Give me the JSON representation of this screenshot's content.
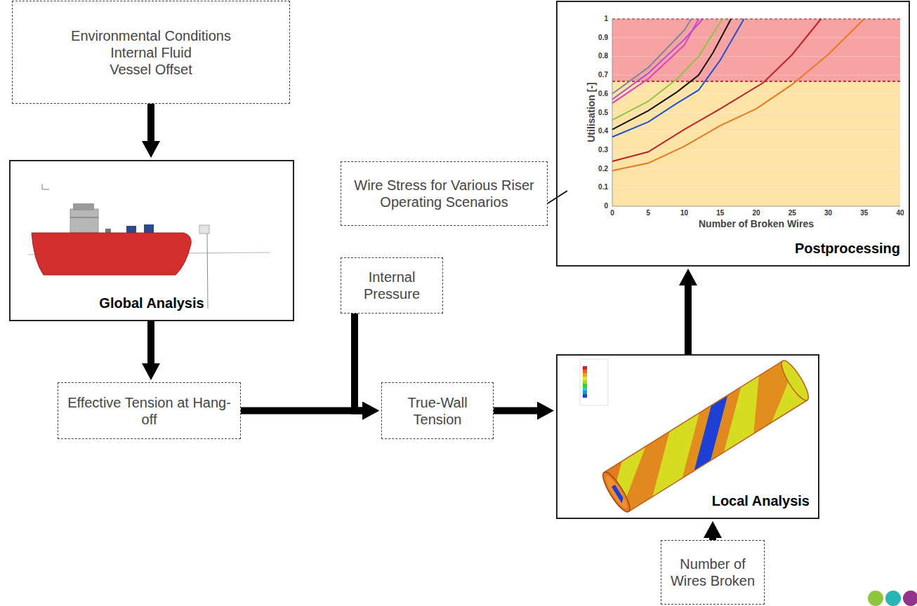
{
  "diagram": {
    "nodes": [
      {
        "text": [
          "Environmental Conditions",
          "Internal Fluid",
          "Vessel Offset"
        ]
      },
      {
        "text": [
          "Global Analysis"
        ]
      },
      {
        "text": [
          "Effective Tension at Hang-off"
        ]
      },
      {
        "text": [
          "Internal Pressure"
        ]
      },
      {
        "text": [
          "True-Wall Tension"
        ]
      },
      {
        "text": [
          "Local Analysis"
        ]
      },
      {
        "text": [
          "Number of Wires Broken"
        ]
      },
      {
        "text": [
          "Wire Stress for Various Riser Operating Scenarios"
        ]
      },
      {
        "text": [
          "Postprocessing"
        ]
      }
    ],
    "edges": [
      {
        "from": 0,
        "to": 1,
        "arrow": "to"
      },
      {
        "from": 1,
        "to": 2,
        "arrow": "to"
      },
      {
        "from": 2,
        "to": 4,
        "arrow": "to"
      },
      {
        "from": 3,
        "to": 4,
        "arrow": "to"
      },
      {
        "from": 4,
        "to": 5,
        "arrow": "to"
      },
      {
        "from": 6,
        "to": 5,
        "arrow": "to"
      },
      {
        "from": 5,
        "to": 8,
        "arrow": "to"
      },
      {
        "from": 7,
        "to": 8,
        "arrow": "none"
      }
    ],
    "labels": [
      "1",
      "0.9",
      "0.8",
      "0.7",
      "0.6",
      "0.5",
      "0.4",
      "0.3",
      "0.2",
      "0.1",
      "0",
      "0",
      "5",
      "10",
      "15",
      "20",
      "25",
      "30",
      "35",
      "40",
      "Utilisation [-]",
      "Number of Broken Wires"
    ]
  }
}
